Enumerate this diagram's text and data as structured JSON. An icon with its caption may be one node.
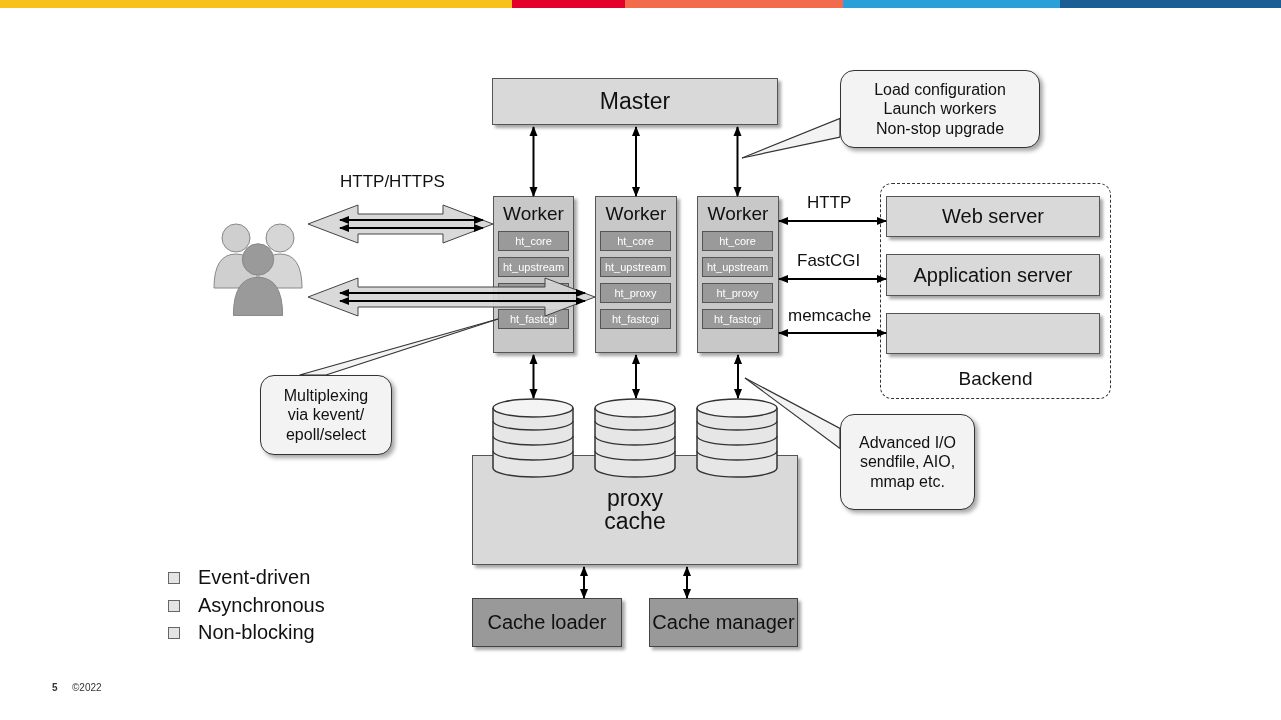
{
  "diagram": {
    "nodes": [
      {
        "text": [
          "Master"
        ]
      },
      {
        "text": [
          "Load configuration Launch workers Non-stop upgrade"
        ]
      },
      {
        "text": [],
        "shape": "person"
      },
      {
        "text": [
          "Worker"
        ]
      },
      {
        "text": [
          "ht_core"
        ],
        "in": 3
      },
      {
        "text": [
          "ht_upstream"
        ],
        "in": 3
      },
      {
        "text": [],
        "shape": "box",
        "in": 3
      },
      {
        "text": [
          "ht_fastcgi"
        ],
        "in": 3
      },
      {
        "text": [
          "Worker"
        ]
      },
      {
        "text": [
          "ht_core"
        ],
        "in": 8
      },
      {
        "text": [
          "ht_upstream"
        ],
        "in": 8
      },
      {
        "text": [
          "ht_proxy"
        ],
        "in": 8
      },
      {
        "text": [
          "ht_fastcgi"
        ],
        "in": 8
      },
      {
        "text": [
          "Worker"
        ]
      },
      {
        "text": [
          "ht_core"
        ],
        "in": 13
      },
      {
        "text": [
          "ht_upstream"
        ],
        "in": 13
      },
      {
        "text": [
          "ht_proxy"
        ],
        "in": 13
      },
      {
        "text": [
          "ht_fastcgi"
        ],
        "in": 13
      },
      {
        "text": [
          "Backend"
        ]
      },
      {
        "text": [
          "Web server"
        ],
        "in": 18
      },
      {
        "text": [
          "Application server"
        ],
        "in": 18
      },
      {
        "text": [],
        "shape": "box",
        "in": 18
      },
      {
        "text": [
          "proxy cache"
        ]
      },
      {
        "text": [],
        "shape": "cylinder"
      },
      {
        "text": [],
        "shape": "cylinder"
      },
      {
        "text": [],
        "shape": "cylinder"
      },
      {
        "text": [
          "Cache loader"
        ]
      },
      {
        "text": [
          "Cache manager"
        ]
      },
      {
        "text": [
          "Multiplexing via kevent/ epoll/select"
        ]
      },
      {
        "text": [
          "Advanced I/O sendfile, AIO, mmap etc."
        ]
      }
    ],
    "edges": [
      {
        "from": 0,
        "to": 3,
        "arrow": "both"
      },
      {
        "from": 0,
        "to": 8,
        "arrow": "both"
      },
      {
        "from": 0,
        "to": 13,
        "arrow": "both"
      },
      {
        "from": 1,
        "to": null,
        "arrow": "none"
      },
      {
        "from": 2,
        "to": 3,
        "arrow": "both",
        "label": "HTTP/HTTPS"
      },
      {
        "from": 2,
        "to": 8,
        "arrow": "both"
      },
      {
        "from": 13,
        "to": 19,
        "arrow": "both",
        "label": "HTTP"
      },
      {
        "from": 13,
        "to": 20,
        "arrow": "both",
        "label": "FastCGI"
      },
      {
        "from": 13,
        "to": 21,
        "arrow": "both",
        "label": "memcache"
      },
      {
        "from": 3,
        "to": 23,
        "arrow": "both"
      },
      {
        "from": 8,
        "to": 24,
        "arrow": "both"
      },
      {
        "from": 13,
        "to": 25,
        "arrow": "both"
      },
      {
        "from": 22,
        "to": 26,
        "arrow": "both"
      },
      {
        "from": 22,
        "to": 27,
        "arrow": "both"
      },
      {
        "from": 28,
        "to": 7,
        "arrow": "none"
      },
      {
        "from": 29,
        "to": null,
        "arrow": "none"
      }
    ],
    "labels": [
      "Event-driven",
      "Asynchronous",
      "Non-blocking",
      "5",
      "©2022"
    ]
  }
}
